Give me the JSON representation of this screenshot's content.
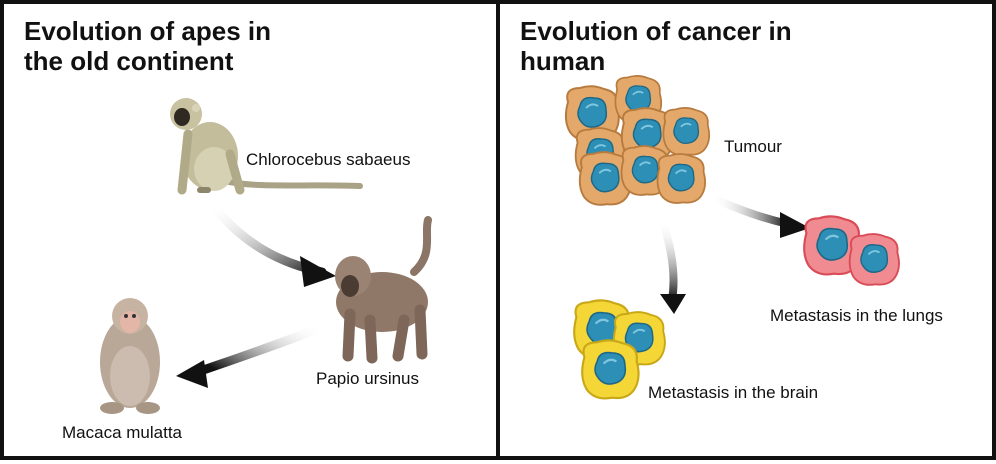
{
  "left_panel": {
    "title_line1": "Evolution of apes in",
    "title_line2": "the old continent",
    "species": [
      {
        "name": "Chlorocebus sabaeus",
        "icon": "vervet-monkey-icon"
      },
      {
        "name": "Papio ursinus",
        "icon": "baboon-icon"
      },
      {
        "name": "Macaca mulatta",
        "icon": "macaque-icon"
      }
    ]
  },
  "right_panel": {
    "title_line1": "Evolution of cancer in",
    "title_line2": "human",
    "stages": [
      {
        "name": "Tumour",
        "icon": "tumour-cells-icon",
        "color": "#e4a96a"
      },
      {
        "name": "Metastasis in the lungs",
        "icon": "lung-metastasis-cells-icon",
        "color": "#ef7a82"
      },
      {
        "name": "Metastasis in the brain",
        "icon": "brain-metastasis-cells-icon",
        "color": "#f2d230"
      }
    ]
  },
  "colors": {
    "border": "#111111",
    "nucleus": "#2d8fb5",
    "arrow": "#111111"
  }
}
